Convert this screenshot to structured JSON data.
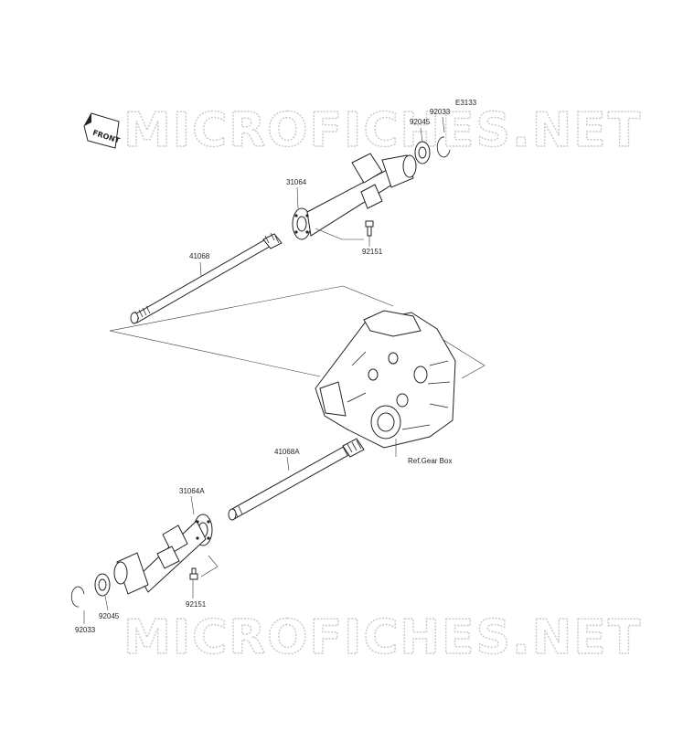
{
  "watermark": {
    "text": "MICROFICHES.NET"
  },
  "front_badge": {
    "text": "FRONT"
  },
  "ref_code": "E3133",
  "labels": {
    "p31064": "31064",
    "p41068": "41068",
    "p92151_top": "92151",
    "p92045_top": "92045",
    "p92033_top": "92033",
    "p41068A": "41068A",
    "p31064A": "31064A",
    "p92151_bot": "92151",
    "p92045_bot": "92045",
    "p92033_bot": "92033",
    "gearbox": "Ref.Gear Box"
  }
}
